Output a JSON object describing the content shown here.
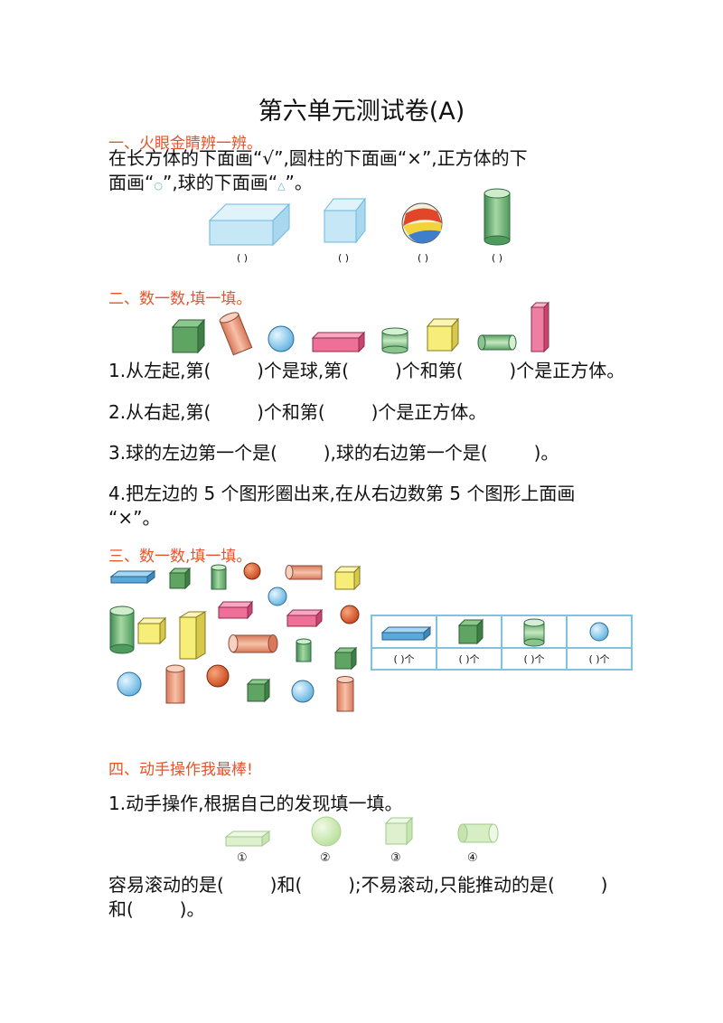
{
  "title": "第六单元测试卷(A)",
  "s1": {
    "heading": "一、火眼金睛辨一辨。",
    "line1": "在长方体的下面画“√”,圆柱的下面画“×”,正方体的下",
    "line2_a": "面画“",
    "line2_circle": "○",
    "line2_b": "”,球的下面画“",
    "line2_triangle": "△",
    "line2_c": "”。",
    "blanks": [
      "(    )",
      "(    )",
      "(    )",
      "(    )"
    ]
  },
  "s2": {
    "heading": "二、数一数,填一填。",
    "q1": "1.从左起,第(        )个是球,第(        )个和第(        )个是正方体。",
    "q2": "2.从右起,第(        )个和第(        )个是正方体。",
    "q3": "3.球的左边第一个是(        ),球的右边第一个是(        )。",
    "q4_line1": "4.把左边的 5 个图形圈出来,在从右边数第 5 个图形上面画",
    "q4_line2": "“×”。"
  },
  "s3": {
    "heading": "三、数一数,填一填。",
    "table_labels": [
      "(    )个",
      "(    )个",
      "(    )个",
      "(    )个"
    ]
  },
  "s4": {
    "heading": "四、动手操作我最棒!",
    "q1": "1.动手操作,根据自己的发现填一填。",
    "markers": [
      "①",
      "②",
      "③",
      "④"
    ],
    "fill_line1": "容易滚动的是(        )和(        );不易滚动,只能推动的是(        )",
    "fill_line2": "和(        )。"
  },
  "colors": {
    "heading_red": "#e5542a",
    "table_border": "#7fc3de",
    "cuboid_blue": "#bfe3f3",
    "cube_green": "#5fa463",
    "cylinder_pink": "#f2a88a",
    "ball_blue": "#7fc4ea",
    "cuboid_pink": "#ee6f97",
    "cube_yellow": "#f7ee7a",
    "cylinder_green": "#a6d8a2",
    "ball_orange": "#e0632f",
    "pale_green": "#cfeab8"
  }
}
